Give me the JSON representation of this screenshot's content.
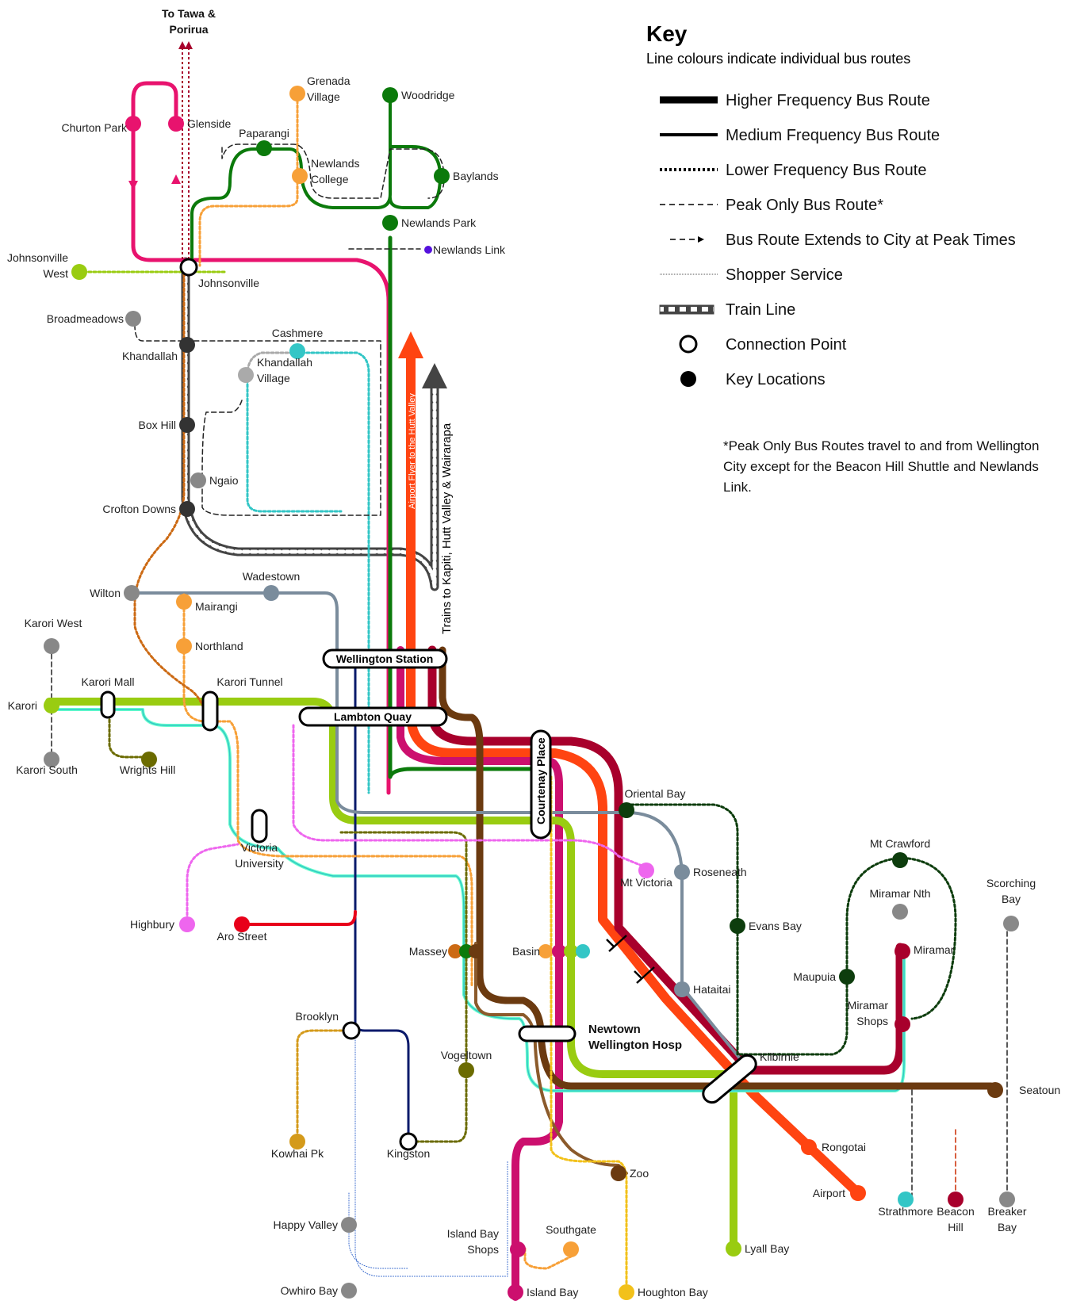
{
  "key": {
    "title": "Key",
    "subtitle": "Line colours indicate individual bus routes",
    "items": [
      {
        "label": "Higher Frequency Bus Route"
      },
      {
        "label": "Medium Frequency Bus Route"
      },
      {
        "label": "Lower Frequency Bus Route"
      },
      {
        "label": "Peak Only Bus Route*"
      },
      {
        "label": "Bus Route Extends to City at Peak Times"
      },
      {
        "label": "Shopper Service"
      },
      {
        "label": "Train Line"
      },
      {
        "label": "Connection Point"
      },
      {
        "label": "Key Locations"
      }
    ],
    "note_lines": [
      "*Peak Only Bus Routes travel to and from Wellington",
      "City except for the Beacon Hill Shuttle and Newlands",
      "Link."
    ]
  },
  "top_destination": [
    "To Tawa &",
    "Porirua"
  ],
  "hubs": {
    "wellington_station": "Wellington Station",
    "lambton_quay": "Lambton Quay",
    "courtenay_place": "Courtenay Place",
    "newtown_hosp": [
      "Newtown",
      "Wellington Hosp"
    ]
  },
  "arrows": {
    "airport_flyer": "Airport Flyer to the Hutt Valley",
    "trains": "Trains to Kapiti, Hutt Valley & Wairarapa"
  },
  "colors": {
    "pink": "#e8136e",
    "glenside": "#cc2a00",
    "green": "#0b7a0b",
    "orange_light": "#f7a038",
    "teal": "#33c6c6",
    "lime": "#99cc11",
    "grey_blue": "#7a8c9c",
    "crimson": "#a8002c",
    "red_orange": "#ff4411",
    "brown": "#6b3a10",
    "navy": "#0a1a6b",
    "magenta": "#cc0f6e",
    "olive": "#6b6b00",
    "dark_green": "#0d3d0d",
    "burnt": "#cc6a14",
    "violet": "#ee66ee",
    "mustard": "#d49a1a",
    "yellow": "#f2c11a",
    "gray_stop": "#888888",
    "train": "#444444"
  },
  "stops": [
    {
      "id": "churton",
      "lines": [
        "Churton Park"
      ]
    },
    {
      "id": "glenside",
      "lines": [
        "Glenside"
      ]
    },
    {
      "id": "grenada",
      "lines": [
        "Grenada",
        "Village"
      ]
    },
    {
      "id": "woodridge",
      "lines": [
        "Woodridge"
      ]
    },
    {
      "id": "paparangi",
      "lines": [
        "Paparangi"
      ]
    },
    {
      "id": "newlands_college",
      "lines": [
        "Newlands",
        "College"
      ]
    },
    {
      "id": "baylands",
      "lines": [
        "Baylands"
      ]
    },
    {
      "id": "newlands_park",
      "lines": [
        "Newlands Park"
      ]
    },
    {
      "id": "newlands_link",
      "lines": [
        "Newlands Link"
      ]
    },
    {
      "id": "johnsonville_west",
      "lines": [
        "Johnsonville",
        "West"
      ]
    },
    {
      "id": "johnsonville",
      "lines": [
        "Johnsonville"
      ]
    },
    {
      "id": "broadmeadows",
      "lines": [
        "Broadmeadows"
      ]
    },
    {
      "id": "khandallah",
      "lines": [
        "Khandallah"
      ]
    },
    {
      "id": "cashmere",
      "lines": [
        "Cashmere"
      ]
    },
    {
      "id": "khandallah_village",
      "lines": [
        "Khandallah",
        "Village"
      ]
    },
    {
      "id": "box_hill",
      "lines": [
        "Box Hill"
      ]
    },
    {
      "id": "ngaio",
      "lines": [
        "Ngaio"
      ]
    },
    {
      "id": "crofton",
      "lines": [
        "Crofton Downs"
      ]
    },
    {
      "id": "wilton",
      "lines": [
        "Wilton"
      ]
    },
    {
      "id": "wadestown",
      "lines": [
        "Wadestown"
      ]
    },
    {
      "id": "mairangi",
      "lines": [
        "Mairangi"
      ]
    },
    {
      "id": "northland",
      "lines": [
        "Northland"
      ]
    },
    {
      "id": "karori_west",
      "lines": [
        "Karori West"
      ]
    },
    {
      "id": "karori_mall",
      "lines": [
        "Karori Mall"
      ]
    },
    {
      "id": "karori_tunnel",
      "lines": [
        "Karori Tunnel"
      ]
    },
    {
      "id": "karori",
      "lines": [
        "Karori"
      ]
    },
    {
      "id": "karori_south",
      "lines": [
        "Karori South"
      ]
    },
    {
      "id": "wrights_hill",
      "lines": [
        "Wrights Hill"
      ]
    },
    {
      "id": "victoria_uni",
      "lines": [
        "Victoria",
        "University"
      ]
    },
    {
      "id": "highbury",
      "lines": [
        "Highbury"
      ]
    },
    {
      "id": "aro",
      "lines": [
        "Aro Street"
      ]
    },
    {
      "id": "massey",
      "lines": [
        "Massey"
      ]
    },
    {
      "id": "basin",
      "lines": [
        "Basin"
      ]
    },
    {
      "id": "oriental",
      "lines": [
        "Oriental Bay"
      ]
    },
    {
      "id": "mt_victoria",
      "lines": [
        "Mt Victoria"
      ]
    },
    {
      "id": "roseneath",
      "lines": [
        "Roseneath"
      ]
    },
    {
      "id": "evans",
      "lines": [
        "Evans Bay"
      ]
    },
    {
      "id": "hataitai",
      "lines": [
        "Hataitai"
      ]
    },
    {
      "id": "mt_crawford",
      "lines": [
        "Mt Crawford"
      ]
    },
    {
      "id": "miramar_nth",
      "lines": [
        "Miramar Nth"
      ]
    },
    {
      "id": "scorching",
      "lines": [
        "Scorching",
        "Bay"
      ]
    },
    {
      "id": "miramar",
      "lines": [
        "Miramar"
      ]
    },
    {
      "id": "maupuia",
      "lines": [
        "Maupuia"
      ]
    },
    {
      "id": "miramar_shops",
      "lines": [
        "Miramar",
        "Shops"
      ]
    },
    {
      "id": "kilbirnie",
      "lines": [
        "Kilbirnie"
      ]
    },
    {
      "id": "seatoun",
      "lines": [
        "Seatoun"
      ]
    },
    {
      "id": "rongotai",
      "lines": [
        "Rongotai"
      ]
    },
    {
      "id": "airport",
      "lines": [
        "Airport"
      ]
    },
    {
      "id": "strathmore",
      "lines": [
        "Strathmore"
      ]
    },
    {
      "id": "beacon_hill",
      "lines": [
        "Beacon",
        "Hill"
      ]
    },
    {
      "id": "breaker",
      "lines": [
        "Breaker",
        "Bay"
      ]
    },
    {
      "id": "lyall",
      "lines": [
        "Lyall Bay"
      ]
    },
    {
      "id": "brooklyn",
      "lines": [
        "Brooklyn"
      ]
    },
    {
      "id": "vogeltown",
      "lines": [
        "Vogeltown"
      ]
    },
    {
      "id": "kowhai",
      "lines": [
        "Kowhai Pk"
      ]
    },
    {
      "id": "kingston",
      "lines": [
        "Kingston"
      ]
    },
    {
      "id": "zoo",
      "lines": [
        "Zoo"
      ]
    },
    {
      "id": "happy_valley",
      "lines": [
        "Happy Valley"
      ]
    },
    {
      "id": "island_bay_shops",
      "lines": [
        "Island Bay",
        "Shops"
      ]
    },
    {
      "id": "southgate",
      "lines": [
        "Southgate"
      ]
    },
    {
      "id": "owhiro",
      "lines": [
        "Owhiro Bay"
      ]
    },
    {
      "id": "island_bay",
      "lines": [
        "Island Bay"
      ]
    },
    {
      "id": "houghton",
      "lines": [
        "Houghton Bay"
      ]
    }
  ]
}
